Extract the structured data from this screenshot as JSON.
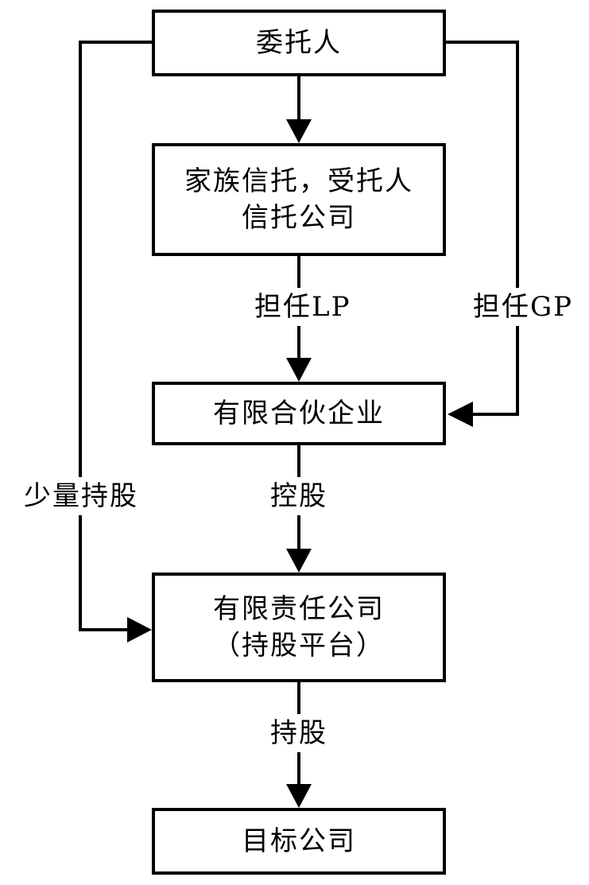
{
  "nodes": {
    "settlor": {
      "lines": [
        "委托人"
      ]
    },
    "trust": {
      "lines": [
        "家族信托，受托人",
        "信托公司"
      ]
    },
    "partnership": {
      "lines": [
        "有限合伙企业"
      ]
    },
    "holding": {
      "lines": [
        "有限责任公司",
        "（持股平台）"
      ]
    },
    "target": {
      "lines": [
        "目标公司"
      ]
    }
  },
  "edges": {
    "settlor_to_trust": {
      "label": ""
    },
    "trust_to_partnership": {
      "label": "担任LP"
    },
    "settlor_to_partnership": {
      "label": "担任GP"
    },
    "settlor_to_holding": {
      "label": "少量持股"
    },
    "partnership_to_holding": {
      "label": "控股"
    },
    "holding_to_target": {
      "label": "持股"
    }
  },
  "colors": {
    "line": "#000000",
    "background": "#ffffff"
  }
}
